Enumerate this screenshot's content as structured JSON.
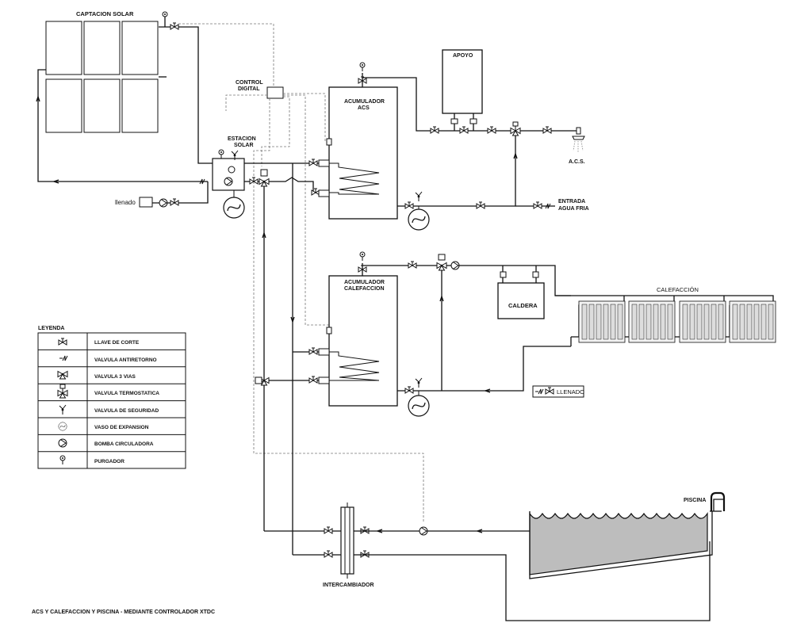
{
  "labels": {
    "solar_capture": "CAPTACION SOLAR",
    "control_digital_1": "CONTROL",
    "control_digital_2": "DIGITAL",
    "estacion_solar_1": "ESTACION",
    "estacion_solar_2": "SOLAR",
    "llenado_solar": "llenado",
    "acumulador_acs_1": "ACUMULADOR",
    "acumulador_acs_2": "ACS",
    "apoyo": "APOYO",
    "acs": "A.C.S.",
    "entrada_1": "ENTRADA",
    "entrada_2": "AGUA FRIA",
    "acumulador_cal_1": "ACUMULADOR",
    "acumulador_cal_2": "CALEFACCION",
    "caldera": "CALDERA",
    "calefaccion": "CALEFACCIÓN",
    "llenado_cal": "LLENADO",
    "piscina": "PISCINA",
    "intercambiador": "INTERCAMBIADOR",
    "footer": "ACS Y CALEFACCION Y PISCINA - MEDIANTE CONTROLADOR XTDC"
  },
  "legend": {
    "title": "LEYENDA",
    "items": [
      {
        "icon": "llave-corte-icon",
        "label": "LLAVE DE CORTE"
      },
      {
        "icon": "valvula-antirretorno-icon",
        "label": "VALVULA ANTIRETORNO"
      },
      {
        "icon": "valvula-3-vias-icon",
        "label": "VALVULA 3 VIAS"
      },
      {
        "icon": "valvula-termostatica-icon",
        "label": "VALVULA TERMOSTATICA"
      },
      {
        "icon": "valvula-seguridad-icon",
        "label": "VALVULA DE SEGURIDAD"
      },
      {
        "icon": "vaso-expansion-icon",
        "label": "VASO DE EXPANSION"
      },
      {
        "icon": "bomba-circuladora-icon",
        "label": "BOMBA CIRCULADORA"
      },
      {
        "icon": "purgador-icon",
        "label": "PURGADOR"
      }
    ]
  }
}
